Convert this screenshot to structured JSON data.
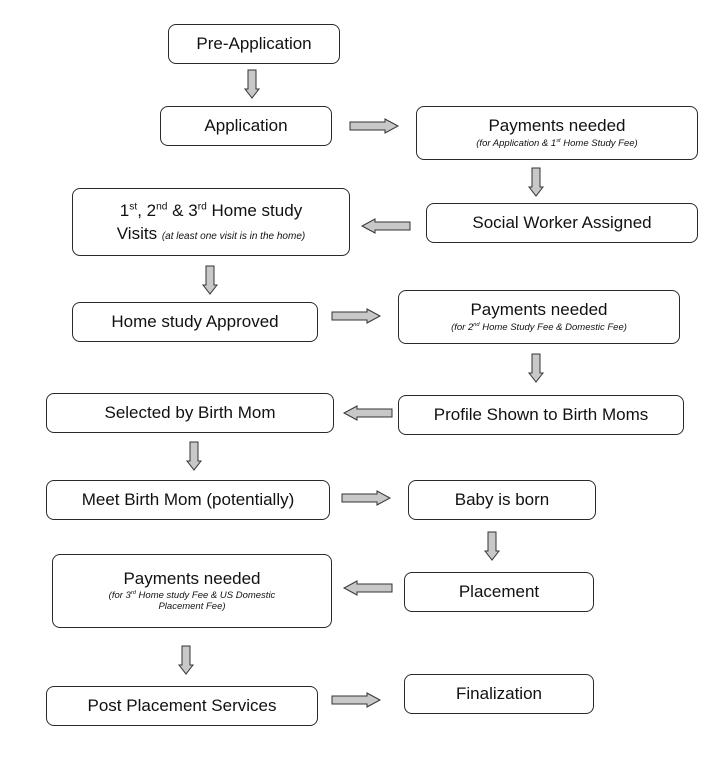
{
  "colors": {
    "box_border": "#2a2a2a",
    "arrow_fill": "#c8c8c8",
    "arrow_stroke": "#333333"
  },
  "boxes": {
    "pre_application": "Pre-Application",
    "application": "Application",
    "payments1": {
      "title": "Payments needed",
      "note_a": "(for Application & 1",
      "note_sup": "st",
      "note_b": " Home Study Fee)"
    },
    "social_worker": "Social Worker Assigned",
    "visits": {
      "n1": "1",
      "s1": "st",
      "sep1": ", 2",
      "s2": "nd",
      "sep2": " & 3",
      "s3": "rd",
      "rest": " Home study",
      "line2": "Visits",
      "note": "(at least one visit is in the home)"
    },
    "home_study_approved": "Home study Approved",
    "payments2": {
      "title": "Payments needed",
      "note_a": "(for 2",
      "note_sup": "nd",
      "note_b": " Home Study Fee & Domestic Fee)"
    },
    "selected": "Selected by Birth Mom",
    "profile_shown": "Profile Shown to Birth Moms",
    "meet": "Meet Birth Mom (potentially)",
    "baby_born": "Baby is born",
    "payments3": {
      "title": "Payments needed",
      "note_a": "(for 3",
      "note_sup": "rd",
      "note_b": " Home study Fee & US Domestic",
      "note_line2": "Placement Fee)"
    },
    "placement": "Placement",
    "post_placement": "Post Placement Services",
    "finalization": "Finalization"
  }
}
